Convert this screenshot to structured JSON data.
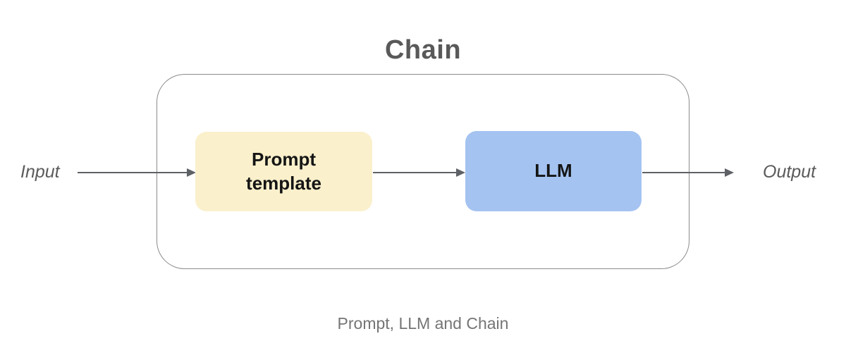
{
  "diagram": {
    "title": "Chain",
    "caption": "Prompt, LLM and Chain",
    "input_label": "Input",
    "output_label": "Output",
    "nodes": [
      {
        "id": "prompt-template",
        "label": "Prompt template",
        "fill": "#FAF0CC"
      },
      {
        "id": "llm",
        "label": "LLM",
        "fill": "#A4C3F1"
      }
    ],
    "colors": {
      "title_text": "#595959",
      "flow_label_text": "#5B5B5B",
      "caption_text": "#757575",
      "arrow": "#5E6166",
      "container_border": "#8B8B8B",
      "node_text": "#151515"
    }
  }
}
